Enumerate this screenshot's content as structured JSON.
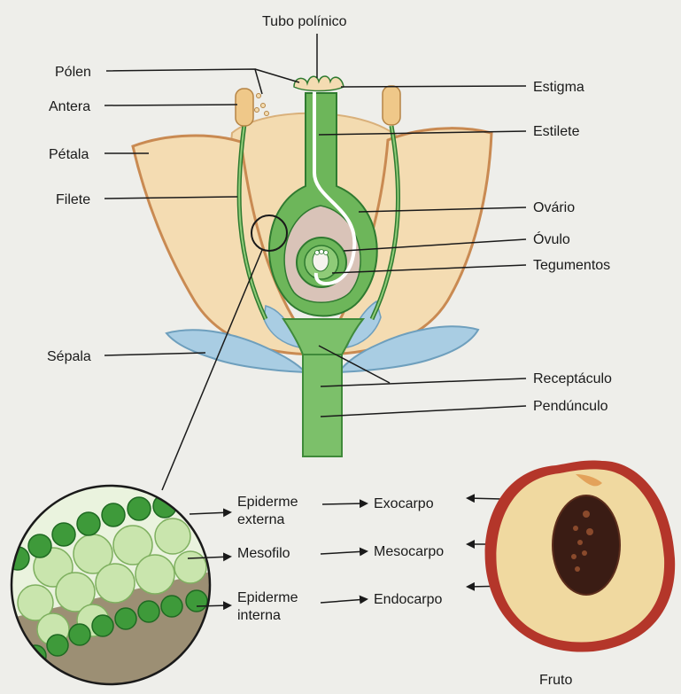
{
  "labels": {
    "tubo_polinico": "Tubo polínico",
    "polen": "Pólen",
    "antera": "Antera",
    "petala": "Pétala",
    "filete": "Filete",
    "sepala": "Sépala",
    "estigma": "Estigma",
    "estilete": "Estilete",
    "ovario": "Ovário",
    "ovulo": "Óvulo",
    "tegumentos": "Tegumentos",
    "receptaculo": "Receptáculo",
    "penduculo": "Pendúnculo"
  },
  "tissues": {
    "epiderme_externa_1": "Epiderme",
    "epiderme_externa_2": "externa",
    "mesofilo": "Mesofilo",
    "epiderme_interna_1": "Epiderme",
    "epiderme_interna_2": "interna"
  },
  "fruit": {
    "exocarpo": "Exocarpo",
    "mesocarpo": "Mesocarpo",
    "endocarpo": "Endocarpo",
    "title": "Fruto"
  }
}
